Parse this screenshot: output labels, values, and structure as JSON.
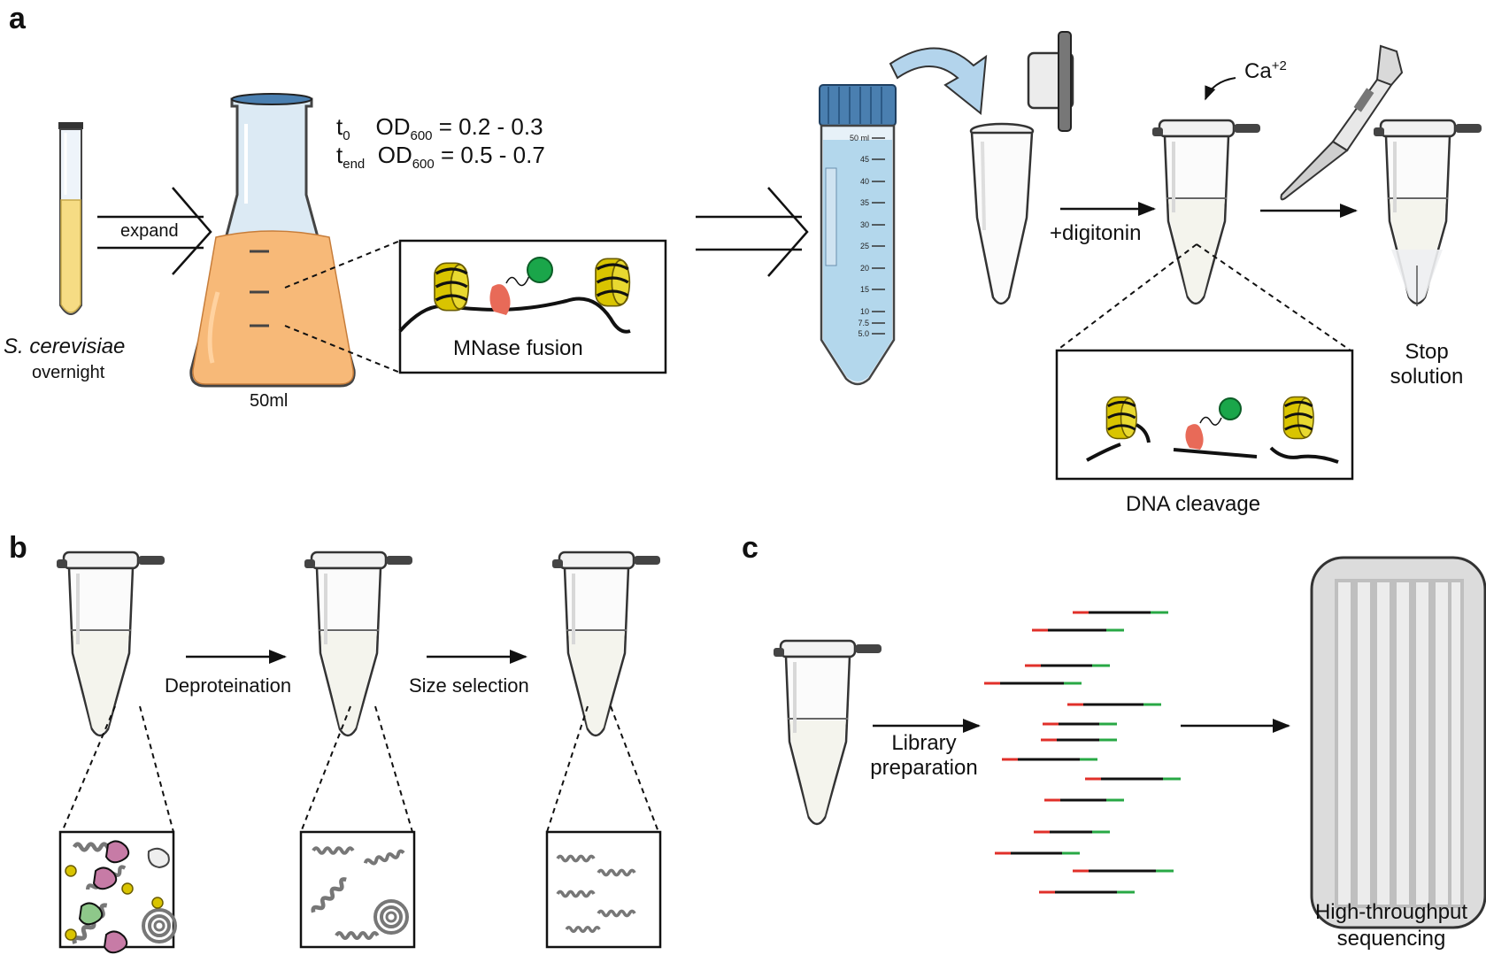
{
  "panels": {
    "a": "a",
    "b": "b",
    "c": "c"
  },
  "panel_a": {
    "organism": "S. cerevisiae",
    "culture": "overnight",
    "expand": "expand",
    "flask_volume": "50ml",
    "t0_label": "t",
    "t0_sub": "0",
    "tend_label": "t",
    "tend_sub": "end",
    "od_label": "OD",
    "od_sub": "600",
    "t0_range": " = 0.2 - 0.3",
    "tend_range": " = 0.5 - 0.7",
    "fusion": "MNase fusion",
    "tube_scale": [
      "50 ml",
      "45",
      "40",
      "35",
      "30",
      "25",
      "20",
      "15",
      "10",
      "7.5",
      "5.0"
    ],
    "digitonin": "+digitonin",
    "calcium": "Ca",
    "calcium_sup": "+2",
    "cleavage": "DNA cleavage",
    "stop_line1": "Stop",
    "stop_line2": "solution"
  },
  "panel_b": {
    "step1": "Deproteination",
    "step2": "Size selection"
  },
  "panel_c": {
    "library_line1": "Library",
    "library_line2": "preparation",
    "sequencing_line1": "High-throughput",
    "sequencing_line2": "sequencing"
  },
  "colors": {
    "yeast_culture": "#f6dc84",
    "flask_medium": "#f7b978",
    "tube_liquid": "#a9d2ea",
    "cap_blue": "#4a7fb0",
    "nucleosome": "#d9c400",
    "mnase": "#e86a58",
    "tag": "#1aa64a",
    "adapter_red": "#e0302a",
    "adapter_green": "#28a845"
  }
}
